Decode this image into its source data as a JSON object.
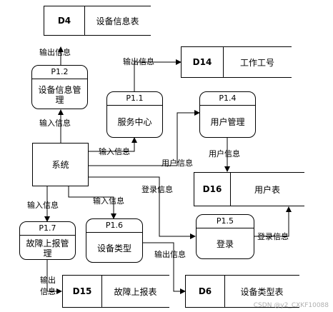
{
  "processes": {
    "p1_2": {
      "id": "P1.2",
      "name": "设备信息管理"
    },
    "p1_1": {
      "id": "P1.1",
      "name": "服务中心"
    },
    "p1_4": {
      "id": "P1.4",
      "name": "用户管理"
    },
    "p1_7": {
      "id": "P1.7",
      "name": "故障上报管理"
    },
    "p1_6": {
      "id": "P1.6",
      "name": "设备类型"
    },
    "p1_5": {
      "id": "P1.5",
      "name": "登录"
    }
  },
  "stores": {
    "d4": {
      "id": "D4",
      "name": "设备信息表"
    },
    "d14": {
      "id": "D14",
      "name": "工作工号"
    },
    "d16": {
      "id": "D16",
      "name": "用户表"
    },
    "d15": {
      "id": "D15",
      "name": "故障上报表"
    },
    "d6": {
      "id": "D6",
      "name": "设备类型表"
    }
  },
  "entity": {
    "name": "系统"
  },
  "flows": {
    "p12_to_d4": "输出信息",
    "sys_to_p12": "输入信息",
    "p11_to_d14": "输出信息",
    "sys_to_p11": "输入信息",
    "sys_to_p14": "用户信息",
    "p14_to_d16": "用户信息",
    "sys_to_p15": "登录信息",
    "p15_to_d16": "登录信息",
    "sys_to_p17": "输入信息",
    "sys_to_p16": "输入信息",
    "p16_to_d6": "输出信息",
    "p17_to_d15_line1": "输出",
    "p17_to_d15_line2": "信息"
  },
  "watermark": "CSDN @y2_CXKF10088"
}
